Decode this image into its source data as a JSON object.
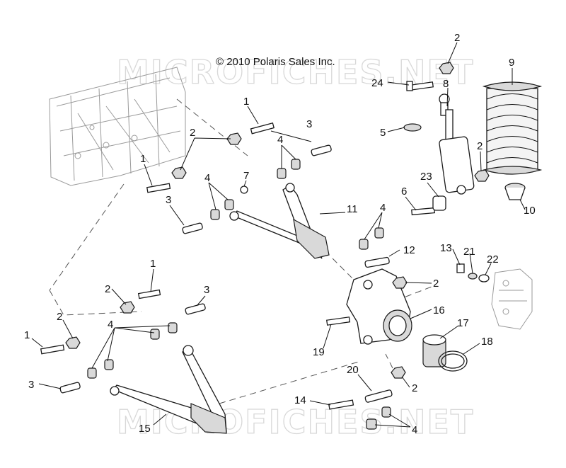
{
  "copyright": "© 2010 Polaris Sales Inc.",
  "watermark": "MICROFICHES.NET",
  "callouts": [
    {
      "id": "c-2a",
      "label": "2"
    },
    {
      "id": "c-9",
      "label": "9"
    },
    {
      "id": "c-24",
      "label": "24"
    },
    {
      "id": "c-8",
      "label": "8"
    },
    {
      "id": "c-1a",
      "label": "1"
    },
    {
      "id": "c-3a",
      "label": "3"
    },
    {
      "id": "c-2b",
      "label": "2"
    },
    {
      "id": "c-4a",
      "label": "4"
    },
    {
      "id": "c-5",
      "label": "5"
    },
    {
      "id": "c-2c",
      "label": "2"
    },
    {
      "id": "c-1b",
      "label": "1"
    },
    {
      "id": "c-4b",
      "label": "4"
    },
    {
      "id": "c-7",
      "label": "7"
    },
    {
      "id": "c-23",
      "label": "23"
    },
    {
      "id": "c-3b",
      "label": "3"
    },
    {
      "id": "c-6",
      "label": "6"
    },
    {
      "id": "c-10",
      "label": "10"
    },
    {
      "id": "c-11",
      "label": "11"
    },
    {
      "id": "c-4c",
      "label": "4"
    },
    {
      "id": "c-12",
      "label": "12"
    },
    {
      "id": "c-13",
      "label": "13"
    },
    {
      "id": "c-21",
      "label": "21"
    },
    {
      "id": "c-22",
      "label": "22"
    },
    {
      "id": "c-1c",
      "label": "1"
    },
    {
      "id": "c-2d",
      "label": "2"
    },
    {
      "id": "c-3c",
      "label": "3"
    },
    {
      "id": "c-2e",
      "label": "2"
    },
    {
      "id": "c-16",
      "label": "16"
    },
    {
      "id": "c-2f",
      "label": "2"
    },
    {
      "id": "c-4d",
      "label": "4"
    },
    {
      "id": "c-1d",
      "label": "1"
    },
    {
      "id": "c-17",
      "label": "17"
    },
    {
      "id": "c-19",
      "label": "19"
    },
    {
      "id": "c-18",
      "label": "18"
    },
    {
      "id": "c-3d",
      "label": "3"
    },
    {
      "id": "c-20",
      "label": "20"
    },
    {
      "id": "c-2g",
      "label": "2"
    },
    {
      "id": "c-14",
      "label": "14"
    },
    {
      "id": "c-15",
      "label": "15"
    },
    {
      "id": "c-4e",
      "label": "4"
    }
  ]
}
